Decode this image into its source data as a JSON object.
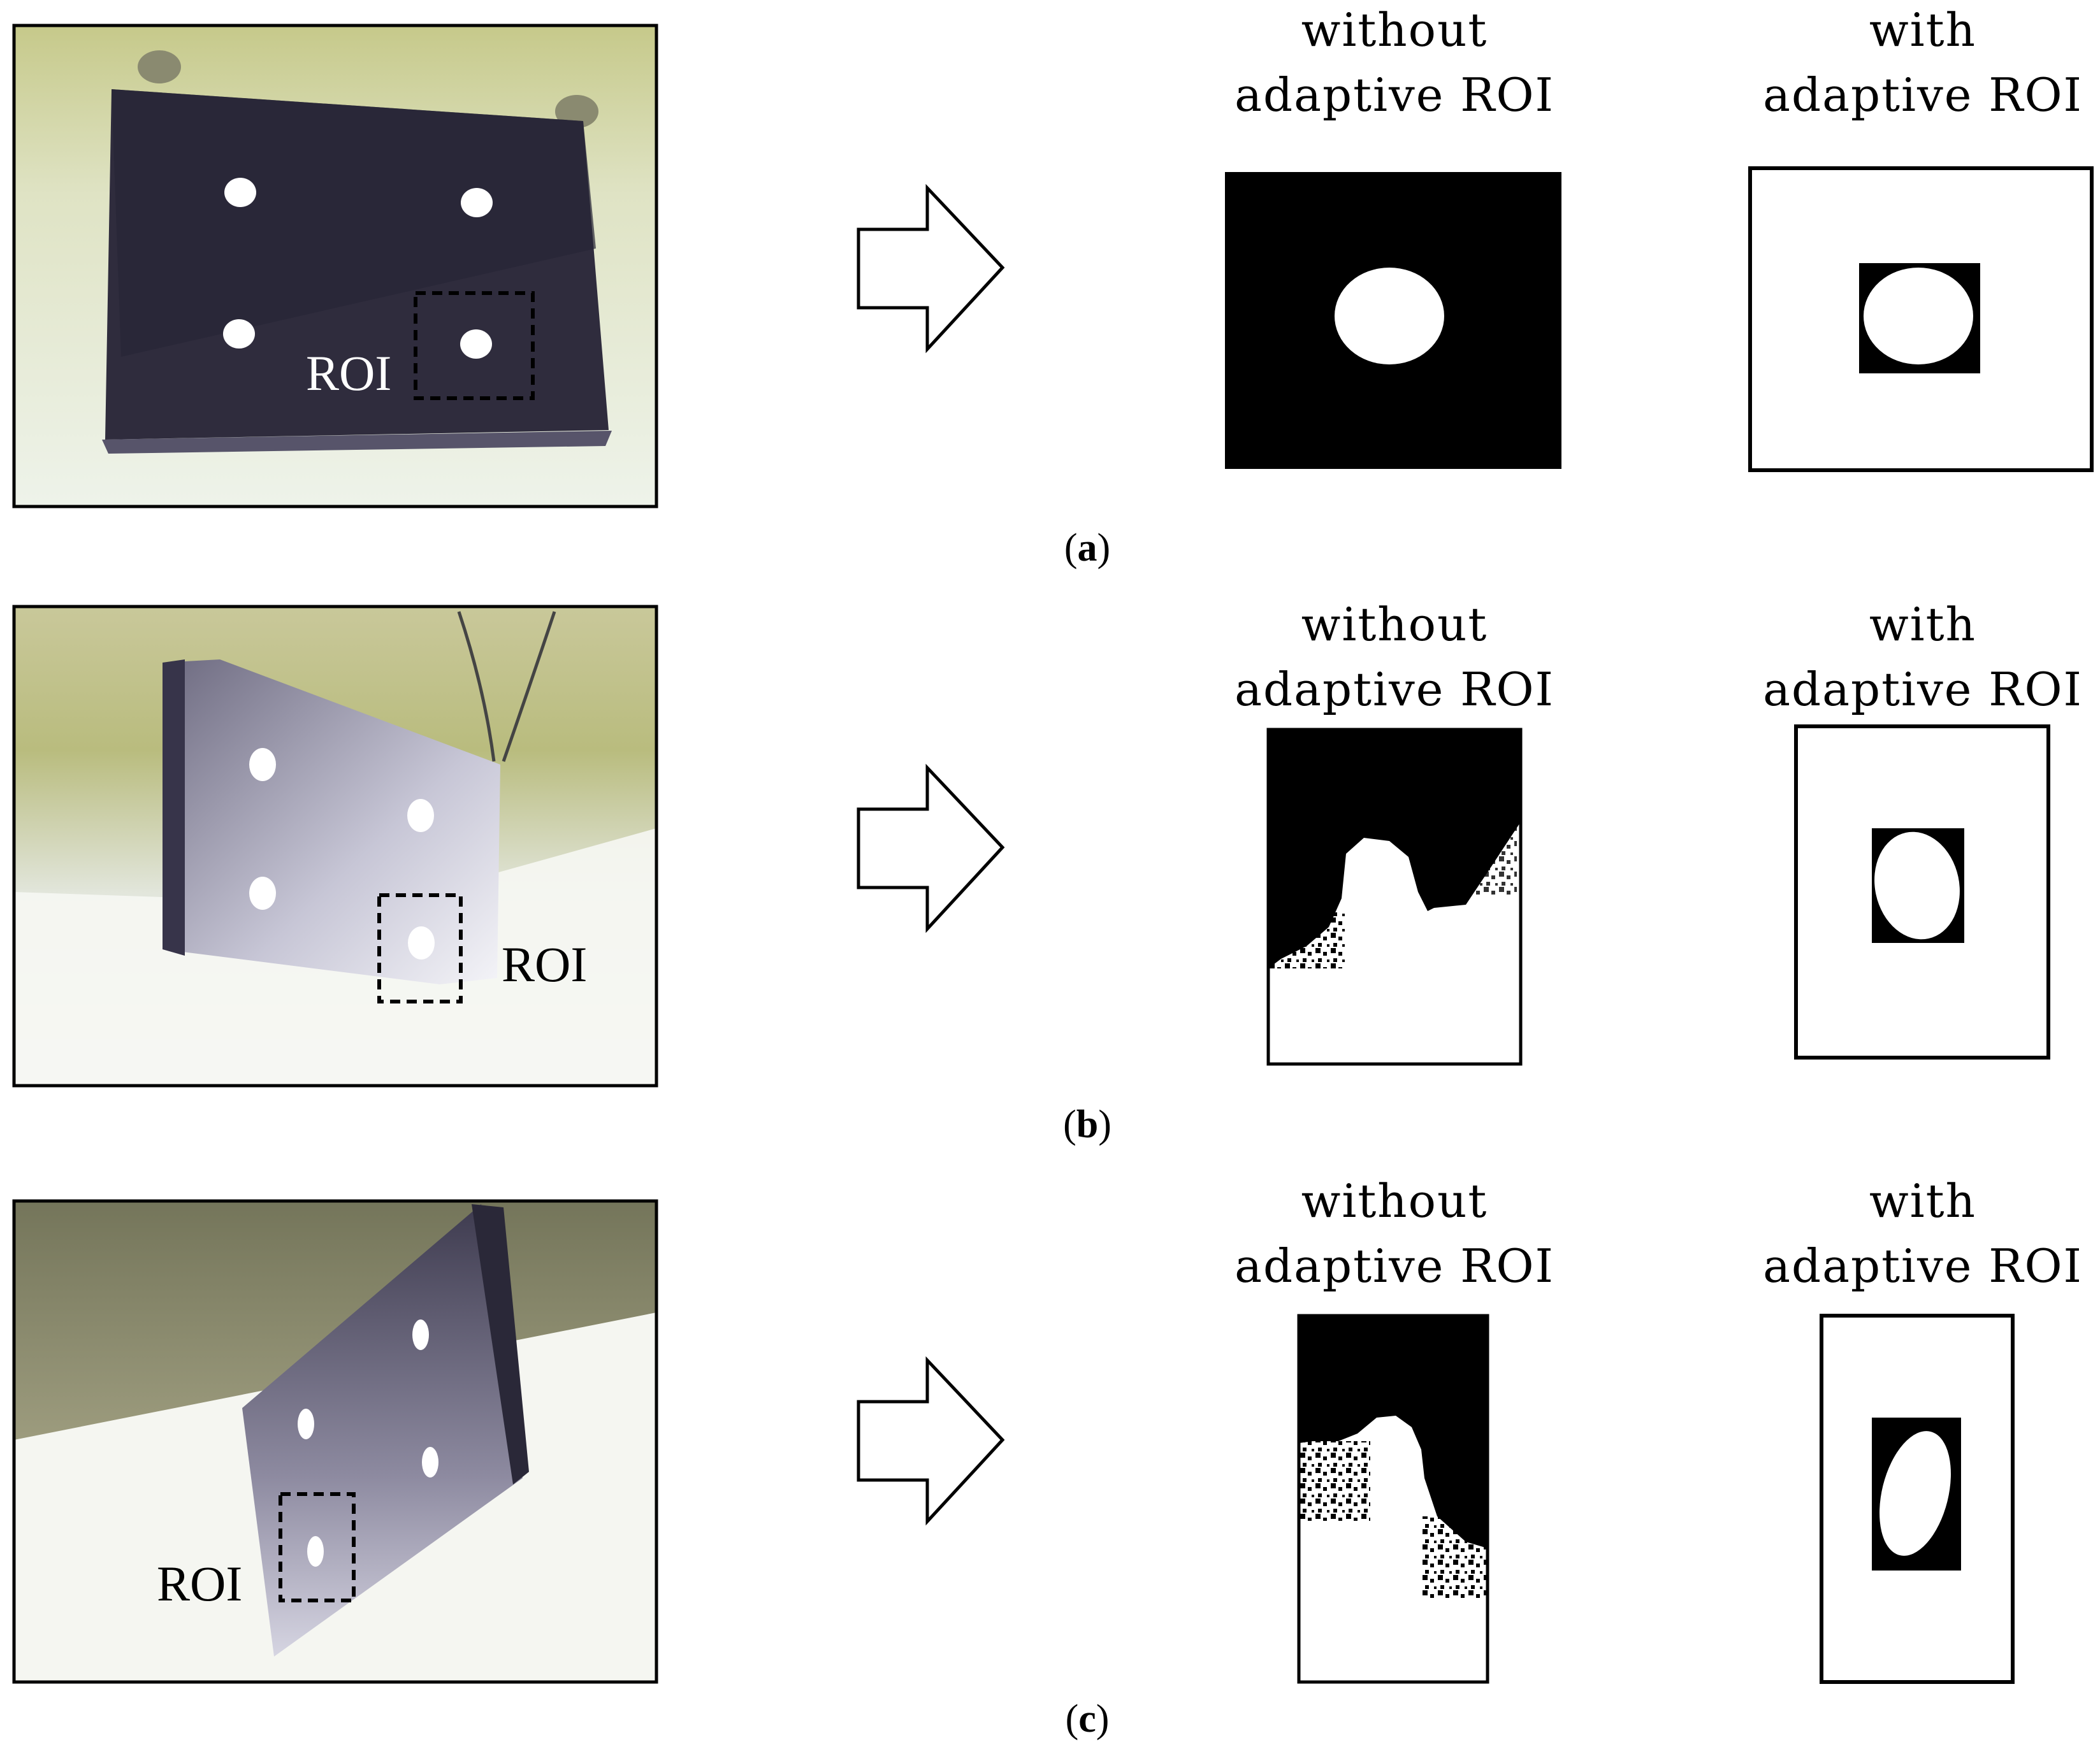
{
  "panels": [
    {
      "id": "a",
      "roi_label": "ROI",
      "without_line1": "without",
      "without_line2": "adaptive ROI",
      "with_line1": "with",
      "with_line2": "adaptive ROI",
      "caption_open": "(",
      "caption_letter": "a",
      "caption_close": ")"
    },
    {
      "id": "b",
      "roi_label": "ROI",
      "without_line1": "without",
      "without_line2": "adaptive ROI",
      "with_line1": "with",
      "with_line2": "adaptive ROI",
      "caption_open": "(",
      "caption_letter": "b",
      "caption_close": ")"
    },
    {
      "id": "c",
      "roi_label": "ROI",
      "without_line1": "without",
      "without_line2": "adaptive ROI",
      "with_line1": "with",
      "with_line2": "adaptive ROI",
      "caption_open": "(",
      "caption_letter": "c",
      "caption_close": ")"
    }
  ],
  "colors": {
    "mask_black": "#000000",
    "mask_white": "#ffffff",
    "plate_dark": "#2f2c3d",
    "wall_green": "#c9cc8c",
    "wall_light": "#e9efe4"
  }
}
